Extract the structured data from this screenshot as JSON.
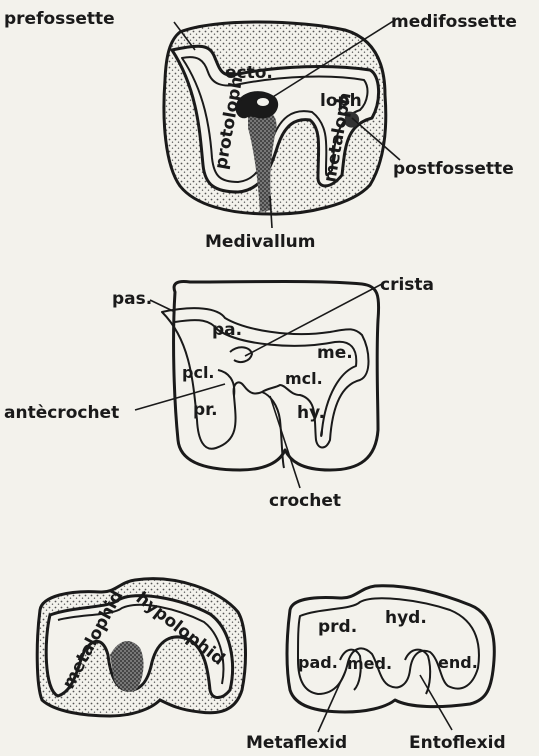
{
  "colors": {
    "paper": "#f3f2ec",
    "ink": "#1a1a1a",
    "stipple": "#555555"
  },
  "diagram_top": {
    "prefossette": "prefossette",
    "medifossette": "medifossette",
    "ecto": "ecto.",
    "loph": "loph",
    "protoloph": "protoloph",
    "metaloph": "metaloph",
    "postfossette": "postfossette",
    "medivallum": "Medivallum"
  },
  "diagram_middle": {
    "pas": "pas.",
    "crista": "crista",
    "pa": "pa.",
    "me": "me.",
    "pcl": "pcl.",
    "mcl": "mcl.",
    "antecrochet": "antècrochet",
    "pr": "pr.",
    "hy": "hy.",
    "crochet": "crochet"
  },
  "diagram_bottom_left": {
    "metalophid": "metalophid",
    "hypolophid": "hypolophid"
  },
  "diagram_bottom_right": {
    "prd": "prd.",
    "hyd": "hyd.",
    "pad": "pad.",
    "med": "med.",
    "end": "end.",
    "metaflexid": "Metaflexid",
    "entoflexid": "Entoflexid"
  }
}
